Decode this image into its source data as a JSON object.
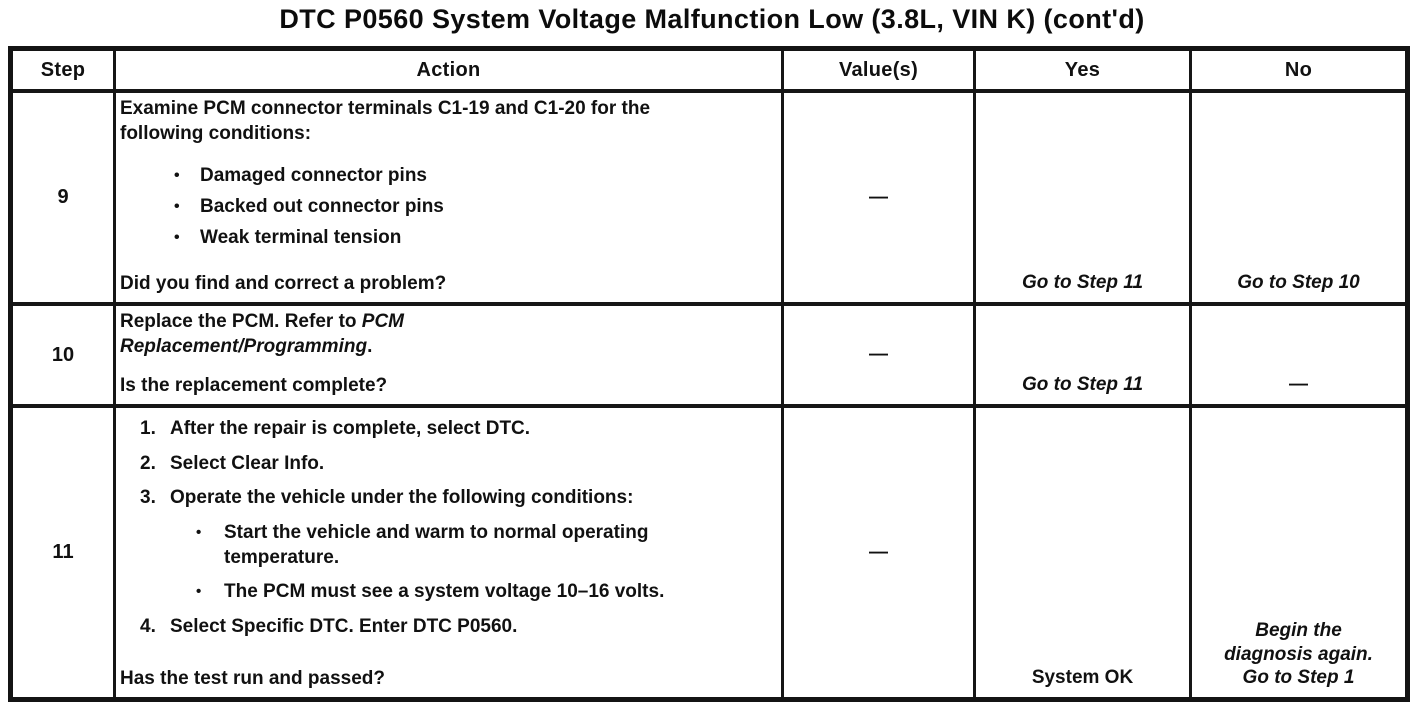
{
  "title": "DTC P0560 System Voltage Malfunction Low (3.8L, VIN K) (cont'd)",
  "bullet_char": "•",
  "table": {
    "headers": [
      "Step",
      "Action",
      "Value(s)",
      "Yes",
      "No"
    ],
    "rows": [
      {
        "step": "9",
        "action": {
          "intro": "Examine PCM connector terminals C1-19 and C1-20 for the following conditions:",
          "bullets": [
            "Damaged connector pins",
            "Backed out connector pins",
            "Weak terminal tension"
          ],
          "question": "Did you find and correct a problem?"
        },
        "value": "—",
        "yes": "Go to Step 11",
        "no": "Go to Step 10"
      },
      {
        "step": "10",
        "action": {
          "para_pre": "Replace the PCM. Refer to ",
          "ref_line1": "PCM",
          "ref_line2": "Replacement/Programming",
          "para_end": ".",
          "question": "Is the replacement complete?"
        },
        "value": "—",
        "yes": "Go to Step 11",
        "no": "—"
      },
      {
        "step": "11",
        "action": {
          "items": [
            {
              "num": "1.",
              "text": "After the repair is complete, select DTC."
            },
            {
              "num": "2.",
              "text": "Select Clear Info."
            },
            {
              "num": "3.",
              "text": "Operate the vehicle under the following conditions:"
            },
            {
              "num": "4.",
              "text": "Select Specific DTC. Enter DTC P0560."
            }
          ],
          "sub_bullets": [
            "Start the vehicle and warm to normal operating temperature.",
            "The PCM must see a system voltage 10–16 volts."
          ],
          "question": "Has the test run and passed?"
        },
        "value": "—",
        "yes": "System OK",
        "no_lines": [
          "Begin the",
          "diagnosis again.",
          "Go to Step 1"
        ]
      }
    ]
  }
}
